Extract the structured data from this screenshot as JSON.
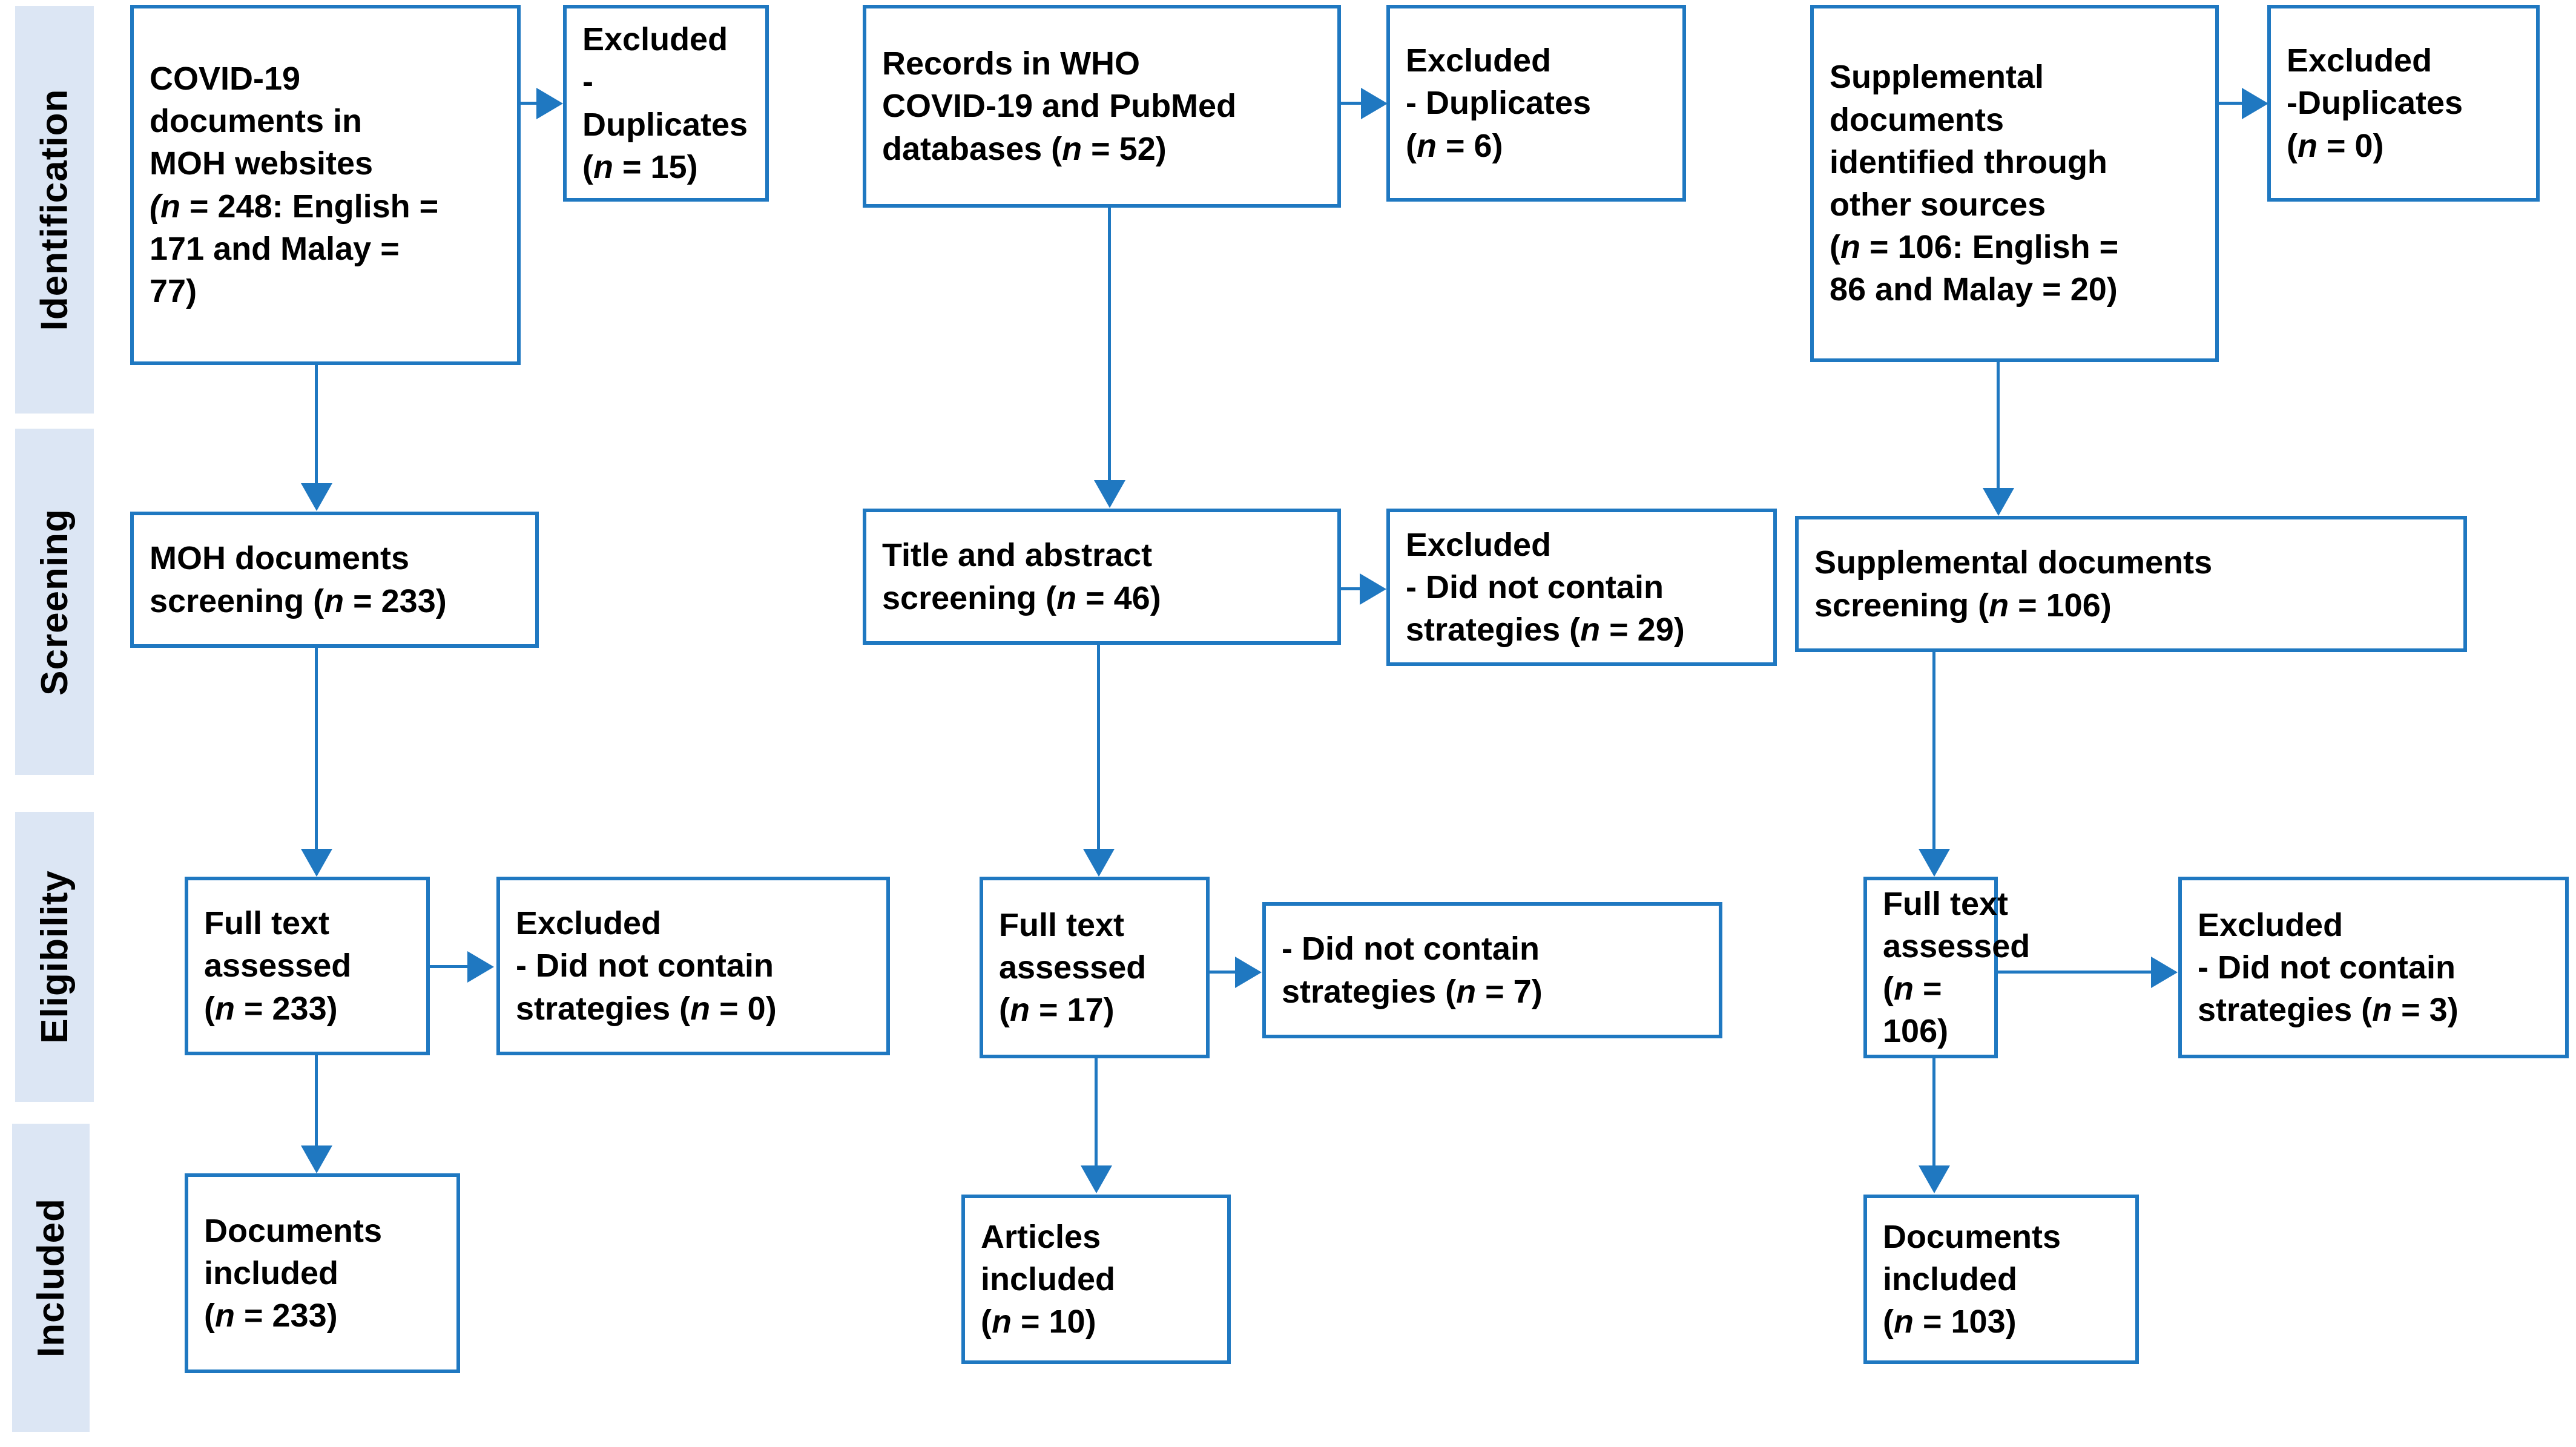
{
  "diagram": {
    "title": "PRISMA flow diagram",
    "accent_color": "#1f78c1",
    "band_color": "#dce6f4",
    "text_color": "#000000"
  },
  "stages": [
    {
      "key": "identification",
      "label": "Identification"
    },
    {
      "key": "screening",
      "label": "Screening"
    },
    {
      "key": "eligibility",
      "label": "Eligibility"
    },
    {
      "key": "included",
      "label": "Included"
    }
  ],
  "boxes": {
    "moh_source": {
      "lines": [
        "COVID-19",
        "documents in",
        "MOH websites",
        "(n = 248: English =",
        "171 and Malay =",
        "77)"
      ]
    },
    "moh_dup_excluded": {
      "lines": [
        "Excluded",
        "-Duplicates",
        "(n = 15)"
      ]
    },
    "who_source": {
      "lines": [
        "Records in WHO",
        "COVID-19 and PubMed",
        "databases (n = 52)"
      ]
    },
    "who_dup_excluded": {
      "lines": [
        "Excluded",
        "- Duplicates",
        "(n = 6)"
      ]
    },
    "supp_source": {
      "lines": [
        "Supplemental",
        "documents",
        "identified through",
        "other sources",
        "(n = 106: English =",
        "86 and Malay = 20)"
      ]
    },
    "supp_dup_excluded": {
      "lines": [
        "Excluded",
        "-Duplicates",
        "(n = 0)"
      ]
    },
    "moh_screening": {
      "lines": [
        "MOH documents",
        "screening (n = 233)"
      ]
    },
    "who_screening": {
      "lines": [
        "Title and abstract",
        "screening (n = 46)"
      ]
    },
    "who_screen_excluded": {
      "lines": [
        "Excluded",
        "- Did not contain",
        "strategies (n = 29)"
      ]
    },
    "supp_screening": {
      "lines": [
        "Supplemental documents",
        "screening (n = 106)"
      ]
    },
    "moh_fulltext": {
      "lines": [
        "Full text",
        "assessed",
        "(n = 233)"
      ]
    },
    "moh_ft_excluded": {
      "lines": [
        "Excluded",
        "- Did not contain",
        "strategies (n = 0)"
      ]
    },
    "who_fulltext": {
      "lines": [
        "Full text",
        "assessed",
        "(n = 17)"
      ]
    },
    "who_ft_excluded": {
      "lines": [
        "- Did not contain",
        "strategies (n = 7)"
      ]
    },
    "supp_fulltext": {
      "lines": [
        "Full text",
        "assessed",
        "(n = 106)"
      ]
    },
    "supp_ft_excluded": {
      "lines": [
        "Excluded",
        "- Did not contain",
        "strategies (n = 3)"
      ]
    },
    "moh_included": {
      "lines": [
        "Documents",
        "included",
        "(n = 233)"
      ]
    },
    "who_included": {
      "lines": [
        "Articles",
        "included",
        "(n = 10)"
      ]
    },
    "supp_included": {
      "lines": [
        "Documents",
        "included",
        "(n = 103)"
      ]
    }
  },
  "chart_data": {
    "type": "diagram",
    "title": "PRISMA flow diagram",
    "streams": [
      {
        "name": "MOH websites",
        "identification": {
          "records": 248,
          "english": 171,
          "malay": 77,
          "duplicates_excluded": 15
        },
        "screening": {
          "screened": 233
        },
        "eligibility": {
          "full_text_assessed": 233,
          "excluded_no_strategies": 0
        },
        "included": {
          "documents_included": 233
        }
      },
      {
        "name": "WHO COVID-19 and PubMed databases",
        "identification": {
          "records": 52,
          "duplicates_excluded": 6
        },
        "screening": {
          "screened": 46,
          "excluded_no_strategies": 29
        },
        "eligibility": {
          "full_text_assessed": 17,
          "excluded_no_strategies": 7
        },
        "included": {
          "articles_included": 10
        }
      },
      {
        "name": "Supplemental documents from other sources",
        "identification": {
          "records": 106,
          "english": 86,
          "malay": 20,
          "duplicates_excluded": 0
        },
        "screening": {
          "screened": 106
        },
        "eligibility": {
          "full_text_assessed": 106,
          "excluded_no_strategies": 3
        },
        "included": {
          "documents_included": 103
        }
      }
    ]
  }
}
